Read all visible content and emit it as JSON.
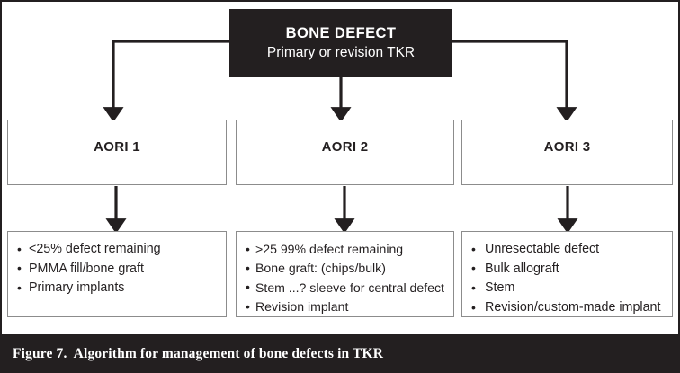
{
  "figure": {
    "caption": "Figure 7.  Algorithm for management of bone defects in TKR",
    "colors": {
      "dark": "#231f20",
      "box_border": "#8c8c8c",
      "background": "#ffffff",
      "text": "#231f20",
      "inverse_text": "#ffffff"
    }
  },
  "root": {
    "title": "BONE DEFECT",
    "subtitle": "Primary or revision TKR"
  },
  "branches": [
    {
      "stage": "AORI 1",
      "details": [
        "<25% defect remaining",
        "PMMA fill/bone graft",
        "Primary implants"
      ]
    },
    {
      "stage": "AORI 2",
      "details": [
        ">25 99% defect remaining",
        "Bone graft: (chips/bulk)",
        "Stem ...? sleeve for central defect",
        "Revision implant"
      ]
    },
    {
      "stage": "AORI 3",
      "details": [
        "Unresectable defect",
        "Bulk allograft",
        "Stem",
        "Revision/custom-made implant"
      ]
    }
  ]
}
